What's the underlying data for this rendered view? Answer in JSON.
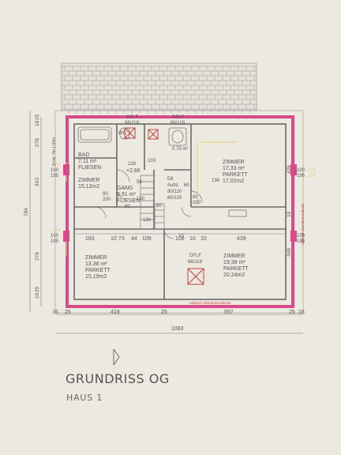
{
  "title": "GRUNDRISS OG",
  "subtitle": "HAUS 1",
  "colors": {
    "paper": "#ece9e1",
    "wall_outer": "#d94a8c",
    "line": "#6a6a6a",
    "dim_text": "#555555",
    "yellow_hint": "#e6d36a"
  },
  "rooms": [
    {
      "id": "bad",
      "name": "BAD",
      "area": "7,11 m²",
      "floor": "FLIESEN"
    },
    {
      "id": "zimmer-nw",
      "name": "ZIMMER",
      "area": "15,13m2"
    },
    {
      "id": "gang",
      "name": "GANG",
      "area": "9,91 m²",
      "floor": "FLIESEN"
    },
    {
      "id": "zimmer-ne",
      "name": "ZIMMER",
      "area": "17,33 m²",
      "floor": "PARKETT",
      "area2": "17,02m2"
    },
    {
      "id": "zimmer-sw",
      "name": "ZIMMER",
      "area": "13,38 m²",
      "floor": "PARKETT",
      "area2": "15,19m2"
    },
    {
      "id": "zimmer-se",
      "name": "ZIMMER",
      "area": "19,38 m²",
      "floor": "PARKETT",
      "area2": "20,24m2"
    }
  ],
  "labels": {
    "wc": "WC",
    "wc_area": "0.75 m²",
    "dflf_top_left": "DFLF",
    "dflf_top_left_size": "66/118",
    "dflf_top_right": "DFLF",
    "dflf_top_right_size": "66/118",
    "dflf_center": "DFLF",
    "dflf_center_size": "66/118",
    "level_mark": "+2,66",
    "stair_label": "E8",
    "stair_note": "Aufst.",
    "stair_size": "80/120",
    "stair_size2": "80/120",
    "ceiling_note": "Abbruch Eisenbetondecke",
    "side_note_right": "Abbruch Eisenbetondecke",
    "left_window_note": "Brüst. Hn 1,00m",
    "dim_226": "226",
    "dim_200a": "200",
    "dim_200b": "200",
    "dim_80a": "80",
    "dim_80b": "80",
    "dim_80c": "80"
  },
  "dims_bottom": {
    "segments": [
      "16",
      "25",
      "419",
      "25",
      "557",
      "25",
      "16"
    ],
    "total": "1083"
  },
  "dims_middle": [
    "183",
    "10",
    "73",
    "44",
    "109",
    "108",
    "10",
    "10",
    "439"
  ],
  "dims_left": {
    "segments": [
      "16",
      "25",
      "278",
      "310",
      "278",
      "25",
      "16"
    ],
    "total": "784"
  },
  "dims_right": [
    "426",
    "10",
    "348"
  ],
  "windows_left": [
    "100",
    "195",
    "100",
    "195"
  ],
  "windows_right": [
    "100",
    "195",
    "100",
    "195"
  ],
  "windows_left_faded": [
    "170",
    "170"
  ],
  "windows_right_faded": [
    "135",
    "135"
  ],
  "small_dims": [
    "103",
    "58",
    "80",
    "10",
    "136",
    "60",
    "130",
    "130"
  ]
}
